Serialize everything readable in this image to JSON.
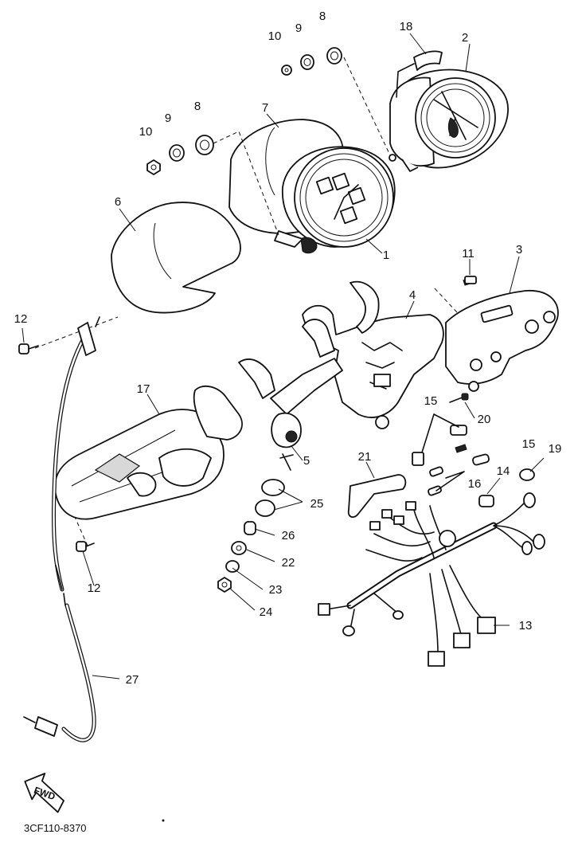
{
  "callouts": {
    "p1": "1",
    "p2": "2",
    "p3": "3",
    "p4": "4",
    "p5": "5",
    "p6": "6",
    "p7": "7",
    "p8a": "8",
    "p8b": "8",
    "p9a": "9",
    "p9b": "9",
    "p10a": "10",
    "p10b": "10",
    "p11": "11",
    "p12a": "12",
    "p12b": "12",
    "p13": "13",
    "p14": "14",
    "p15a": "15",
    "p15b": "15",
    "p16": "16",
    "p17": "17",
    "p18": "18",
    "p19": "19",
    "p20": "20",
    "p21": "21",
    "p22": "22",
    "p23": "23",
    "p24": "24",
    "p25": "25",
    "p26": "26",
    "p27": "27"
  },
  "fwd_label": "FWD",
  "figure_code": "3CF110-8370"
}
